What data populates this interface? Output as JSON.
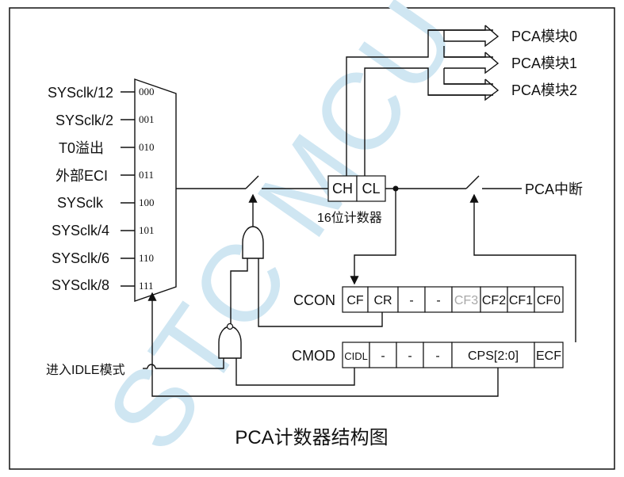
{
  "watermark": "STC MCU",
  "inputs": [
    {
      "label": "SYSclk/12",
      "code": "000"
    },
    {
      "label": "SYSclk/2",
      "code": "001"
    },
    {
      "label": "T0溢出",
      "code": "010"
    },
    {
      "label": "外部ECI",
      "code": "011"
    },
    {
      "label": "SYSclk",
      "code": "100"
    },
    {
      "label": "SYSclk/4",
      "code": "101"
    },
    {
      "label": "SYSclk/6",
      "code": "110"
    },
    {
      "label": "SYSclk/8",
      "code": "111"
    }
  ],
  "counter": {
    "ch": "CH",
    "cl": "CL",
    "caption": "16位计数器"
  },
  "outputs": [
    "PCA模块0",
    "PCA模块1",
    "PCA模块2"
  ],
  "interrupt_label": "PCA中断",
  "idle_label": "进入IDLE模式",
  "ccon": {
    "name": "CCON",
    "bits": [
      "CF",
      "CR",
      "-",
      "-",
      "CF3",
      "CF2",
      "CF1",
      "CF0"
    ]
  },
  "cmod": {
    "name": "CMOD",
    "bits": [
      "CIDL",
      "-",
      "-",
      "-",
      "CPS[2:0]",
      "ECF"
    ]
  },
  "title": "PCA计数器结构图",
  "colors": {
    "watermark": "#cfe6f2",
    "dimmed_bit": "#a8a8a8",
    "line": "#111111"
  }
}
